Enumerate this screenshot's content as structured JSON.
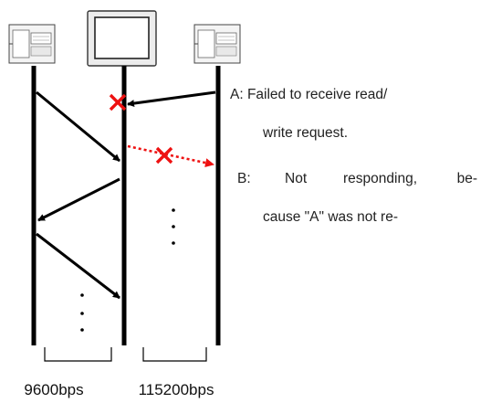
{
  "devices": [
    {
      "id": "left",
      "kind": "plc",
      "icon": "plc-module-icon"
    },
    {
      "id": "center",
      "kind": "hmi",
      "icon": "hmi-panel-icon"
    },
    {
      "id": "right",
      "kind": "plc",
      "icon": "plc-module-icon"
    }
  ],
  "notes": {
    "a_line1": "A: Failed to receive read/",
    "a_line2": "write request.",
    "b_line1_label": "B:",
    "b_line1_w1": "Not",
    "b_line1_w2": "responding,",
    "b_line1_w3": "be-",
    "b_line2": "cause \"A\" was not re-"
  },
  "baud_rates": {
    "left": "9600bps",
    "right": "115200bps"
  },
  "colors": {
    "line": "#000000",
    "error": "#ee1111",
    "text": "#222222"
  }
}
